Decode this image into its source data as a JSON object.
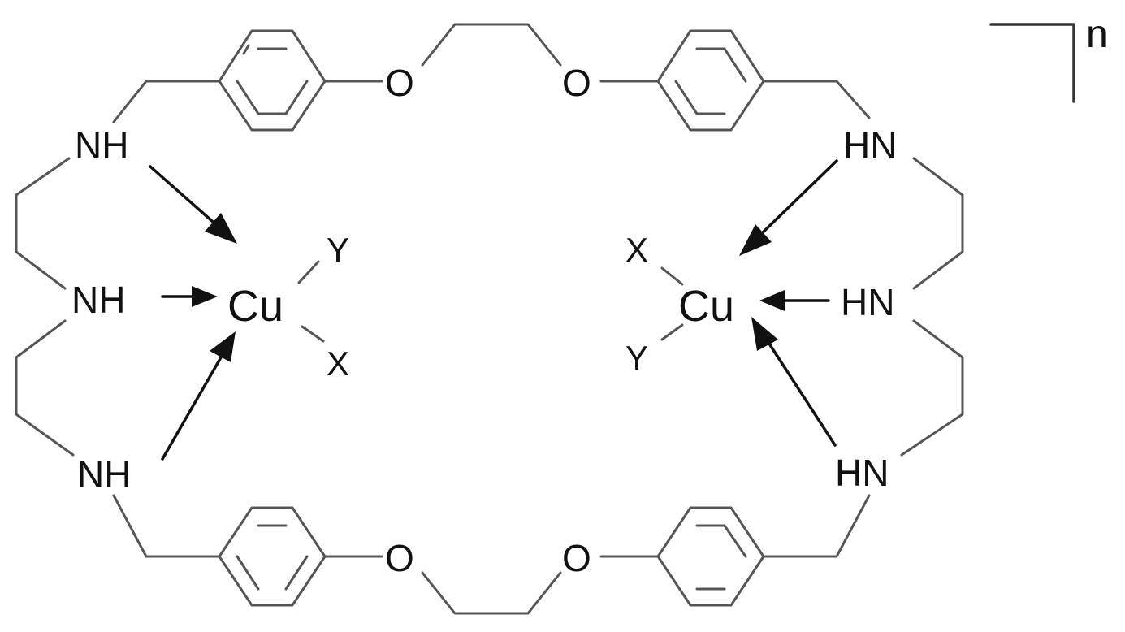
{
  "diagram": {
    "repeat_label": "n",
    "left_amines": [
      "NH",
      "NH",
      "NH"
    ],
    "right_amines": [
      "HN",
      "HN",
      "HN"
    ],
    "ether_oxygens": [
      "O",
      "O",
      "O",
      "O"
    ],
    "metal_left": "Cu",
    "metal_right": "Cu",
    "ligands_left": [
      "Y",
      "X"
    ],
    "ligands_right": [
      "X",
      "Y"
    ]
  }
}
